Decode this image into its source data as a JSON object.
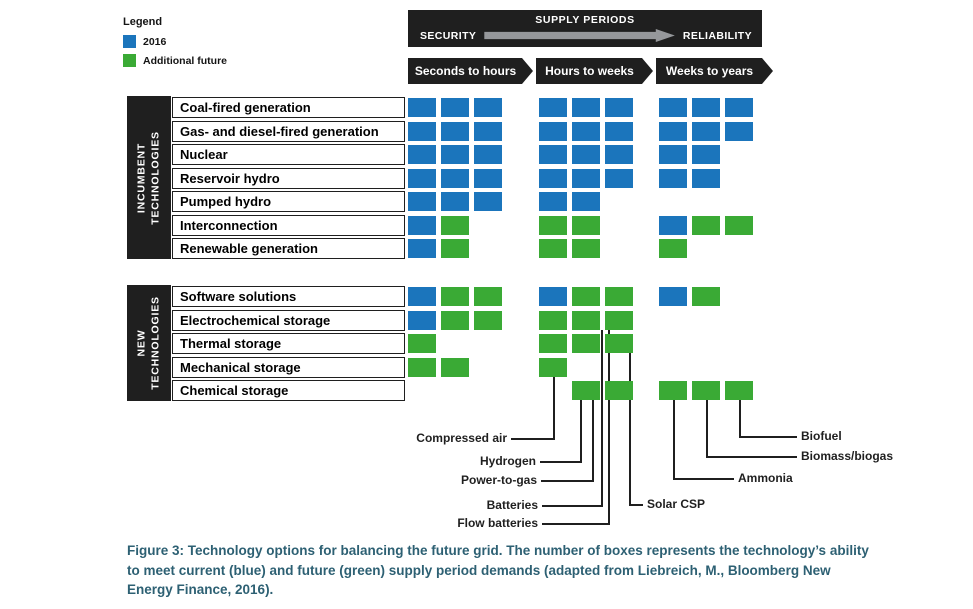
{
  "legend": {
    "title": "Legend",
    "items": [
      {
        "label": "2016",
        "color": "#1b75bc"
      },
      {
        "label": "Additional future",
        "color": "#3aaa35"
      }
    ]
  },
  "header": {
    "title": "SUPPLY PERIODS",
    "left_label": "SECURITY",
    "right_label": "RELIABILITY"
  },
  "figure": {
    "caption": "Figure 3: Technology options for balancing the future grid. The number of boxes represents the technology’s ability to meet current (blue) and future (green) supply period demands (adapted from Liebreich, M., Bloomberg New Energy Finance, 2016)."
  },
  "chart_data": {
    "type": "heatmap",
    "title": "Technology options for balancing the future grid",
    "columns": [
      "Seconds to hours",
      "Hours to weeks",
      "Weeks to years"
    ],
    "legend": {
      "blue": "2016",
      "green": "Additional future"
    },
    "box_colors": {
      "blue": "#1b75bc",
      "green": "#3aaa35"
    },
    "groups": [
      {
        "label": "INCUMBENT TECHNOLOGIES",
        "rows": [
          {
            "name": "Coal-fired generation",
            "cells": [
              [
                "blue",
                "blue",
                "blue"
              ],
              [
                "blue",
                "blue",
                "blue"
              ],
              [
                "blue",
                "blue",
                "blue"
              ]
            ]
          },
          {
            "name": "Gas- and diesel-fired generation",
            "cells": [
              [
                "blue",
                "blue",
                "blue"
              ],
              [
                "blue",
                "blue",
                "blue"
              ],
              [
                "blue",
                "blue",
                "blue"
              ]
            ]
          },
          {
            "name": "Nuclear",
            "cells": [
              [
                "blue",
                "blue",
                "blue"
              ],
              [
                "blue",
                "blue",
                "blue"
              ],
              [
                "blue",
                "blue"
              ]
            ]
          },
          {
            "name": "Reservoir hydro",
            "cells": [
              [
                "blue",
                "blue",
                "blue"
              ],
              [
                "blue",
                "blue",
                "blue"
              ],
              [
                "blue",
                "blue"
              ]
            ]
          },
          {
            "name": "Pumped hydro",
            "cells": [
              [
                "blue",
                "blue",
                "blue"
              ],
              [
                "blue",
                "blue"
              ],
              []
            ]
          },
          {
            "name": "Interconnection",
            "cells": [
              [
                "blue",
                "green"
              ],
              [
                "green",
                "green"
              ],
              [
                "blue",
                "green",
                "green"
              ]
            ]
          },
          {
            "name": "Renewable generation",
            "cells": [
              [
                "blue",
                "green"
              ],
              [
                "green",
                "green"
              ],
              [
                "green"
              ]
            ]
          }
        ]
      },
      {
        "label": "NEW TECHNOLOGIES",
        "rows": [
          {
            "name": "Software solutions",
            "cells": [
              [
                "blue",
                "green",
                "green"
              ],
              [
                "blue",
                "green",
                "green"
              ],
              [
                "blue",
                "green"
              ]
            ]
          },
          {
            "name": "Electrochemical storage",
            "cells": [
              [
                "blue",
                "green",
                "green"
              ],
              [
                "green",
                "green",
                "green"
              ],
              []
            ]
          },
          {
            "name": "Thermal storage",
            "cells": [
              [
                "green"
              ],
              [
                "green",
                "green",
                "green"
              ],
              []
            ]
          },
          {
            "name": "Mechanical storage",
            "cells": [
              [
                "green",
                "green"
              ],
              [
                "green"
              ],
              []
            ]
          },
          {
            "name": "Chemical storage",
            "cells": [
              [],
              [
                null,
                "green",
                "green"
              ],
              [
                "green",
                "green",
                "green"
              ]
            ]
          }
        ]
      }
    ],
    "callouts": [
      {
        "id": "compressed-air",
        "label": "Compressed air",
        "target": "Mechanical storage — Hours to weeks"
      },
      {
        "id": "hydrogen",
        "label": "Hydrogen",
        "target": "Chemical storage — Hours to weeks"
      },
      {
        "id": "power-to-gas",
        "label": "Power-to-gas",
        "target": "Chemical storage — Hours to weeks"
      },
      {
        "id": "batteries",
        "label": "Batteries",
        "target": "Electrochemical storage — Hours to weeks"
      },
      {
        "id": "flow-batteries",
        "label": "Flow batteries",
        "target": "Electrochemical storage — Hours to weeks"
      },
      {
        "id": "solar-csp",
        "label": "Solar CSP",
        "target": "Thermal storage — Hours to weeks"
      },
      {
        "id": "ammonia",
        "label": "Ammonia",
        "target": "Chemical storage — Weeks to years"
      },
      {
        "id": "biomass-biogas",
        "label": "Biomass/biogas",
        "target": "Chemical storage — Weeks to years"
      },
      {
        "id": "biofuel",
        "label": "Biofuel",
        "target": "Chemical storage — Weeks to years"
      }
    ]
  }
}
